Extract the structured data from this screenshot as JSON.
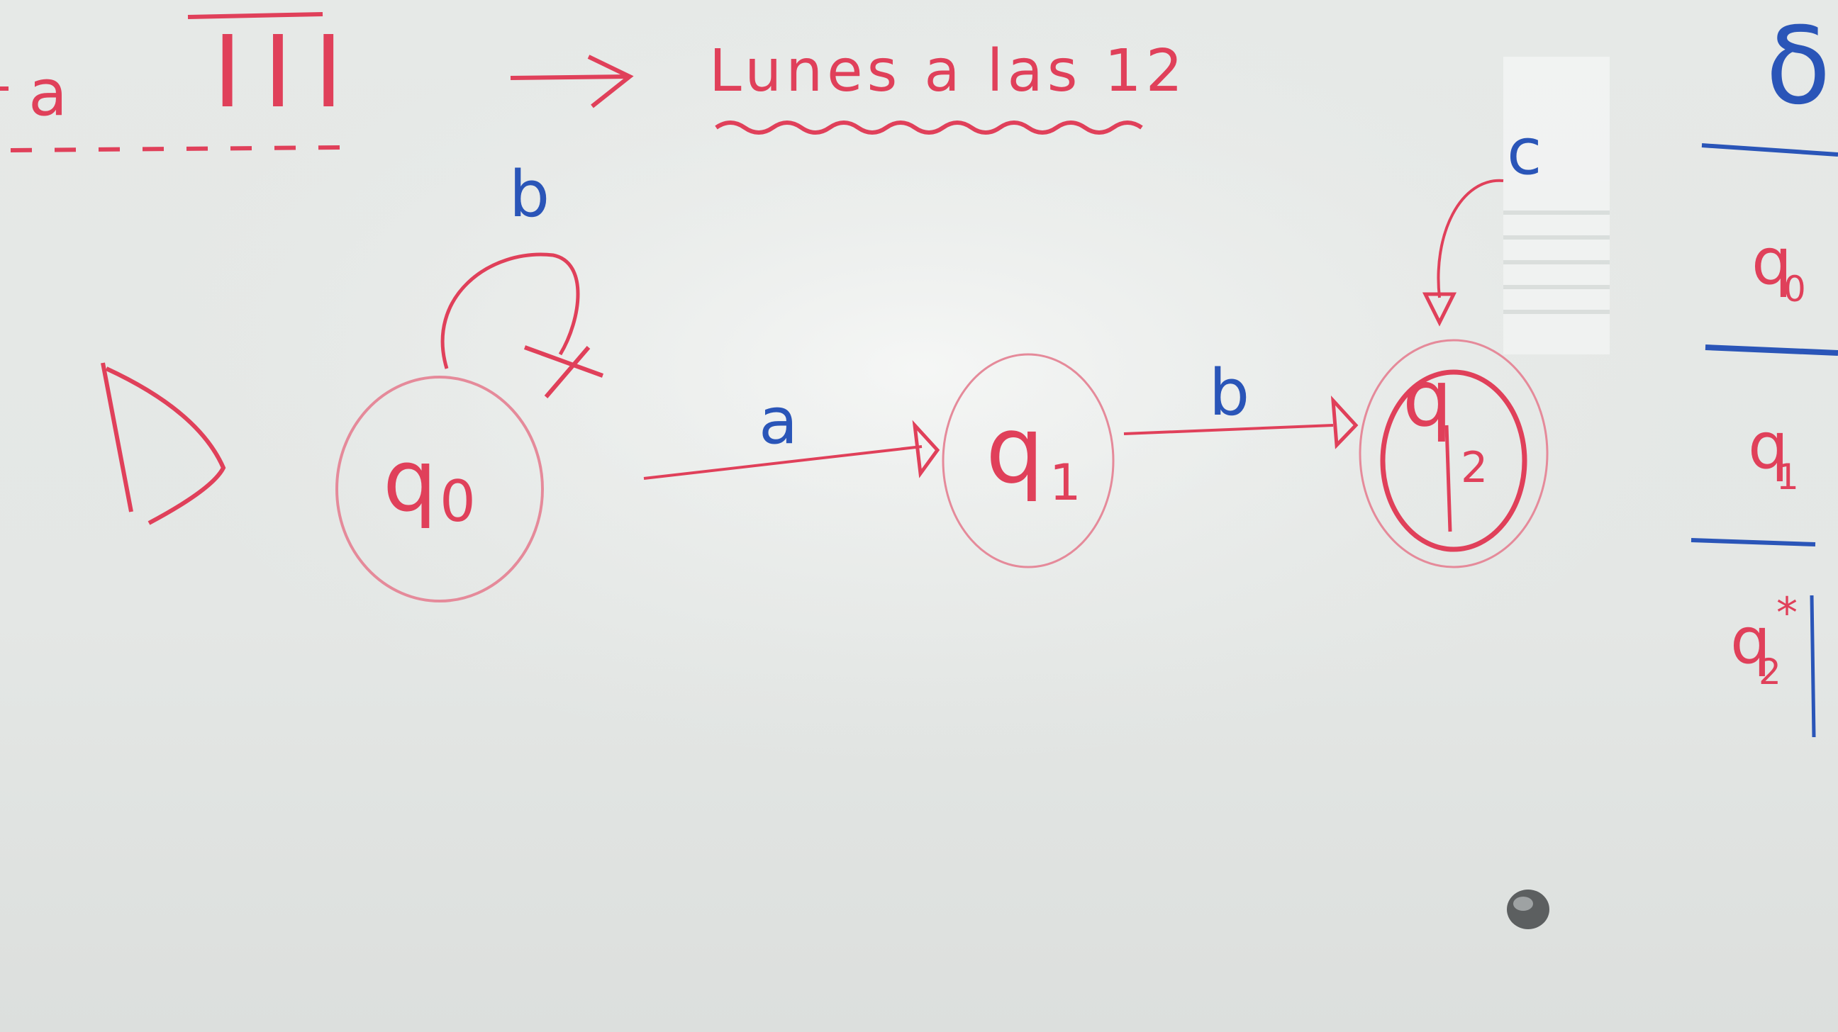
{
  "header": {
    "left_fragment": "a",
    "roman_numeral": "III",
    "note": "Lunes a las 12"
  },
  "automaton": {
    "states": [
      {
        "label": "q",
        "subscript": "0",
        "start": true,
        "final": false
      },
      {
        "label": "q",
        "subscript": "1",
        "start": false,
        "final": false
      },
      {
        "label": "q",
        "subscript": "2",
        "start": false,
        "final": true
      }
    ],
    "transitions": [
      {
        "from": "q0",
        "to": "q0",
        "symbol": "b"
      },
      {
        "from": "q0",
        "to": "q1",
        "symbol": "a"
      },
      {
        "from": "q1",
        "to": "q2",
        "symbol": "b"
      },
      {
        "from": "q2",
        "to": "q2",
        "symbol": "c"
      }
    ]
  },
  "table": {
    "header": "δ",
    "rows": [
      {
        "label": "q",
        "subscript": "0",
        "mark": ""
      },
      {
        "label": "q",
        "subscript": "1",
        "mark": ""
      },
      {
        "label": "q",
        "subscript": "2",
        "mark": "*"
      }
    ]
  },
  "colors": {
    "board": "#e9ecea",
    "red_marker": "#e0405a",
    "blue_marker": "#2a55b8"
  }
}
